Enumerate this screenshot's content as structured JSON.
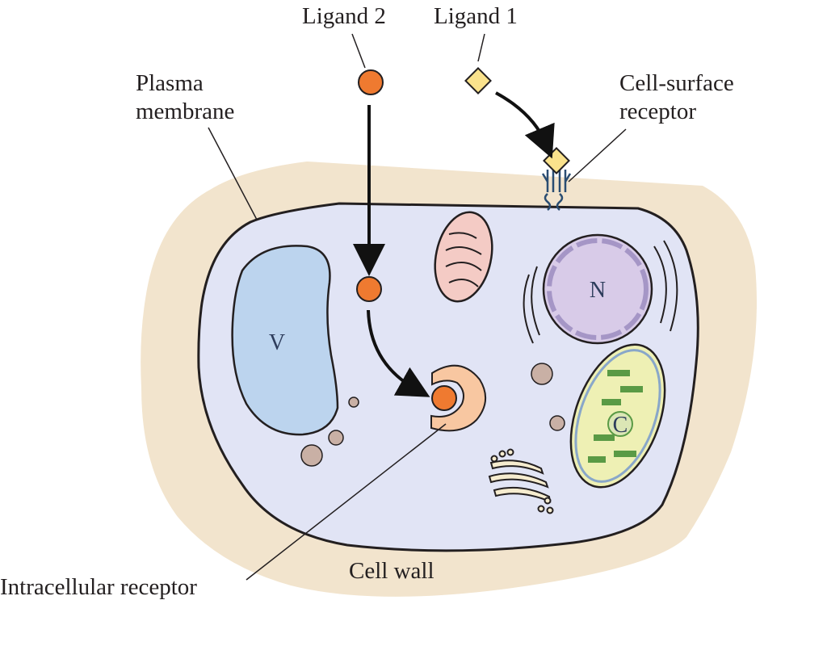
{
  "labels": {
    "ligand_2": "Ligand 2",
    "ligand_1": "Ligand 1",
    "plasma_membrane": "Plasma\nmembrane",
    "cell_surface_receptor": "Cell-surface\nreceptor",
    "intracellular_receptor": "Intracellular receptor",
    "cell_wall": "Cell wall",
    "vacuole": "V",
    "nucleus": "N",
    "chloroplast": "C"
  },
  "colors": {
    "cell_wall": "#f2e4cd",
    "cytoplasm": "#e1e4f5",
    "vacuole": "#bcd4ee",
    "nucleus": "#d8cbe8",
    "nuclear_envelope": "#a596c6",
    "mitochondrion": "#f4cbc5",
    "chloroplast": "#eef0b4",
    "thylakoid": "#5a9a45",
    "ligand_circle": "#ef7a30",
    "ligand_diamond": "#fae28c",
    "intracellular_receptor": "#f8c7a1",
    "surface_receptor": "#2a4d72",
    "vesicle": "#c9b0a5",
    "golgi": "#f6eccf"
  },
  "icons": {
    "ligand_1": "diamond",
    "ligand_2": "circle"
  }
}
